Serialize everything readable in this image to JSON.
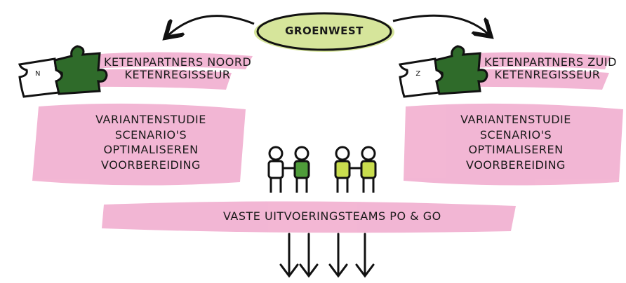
{
  "center": {
    "label": "GROENWEST"
  },
  "north": {
    "puzzle_letter": "N",
    "lines": [
      "KETENPARTNERS NOORD",
      "KETENREGISSEUR"
    ],
    "steps": [
      "VARIANTENSTUDIE",
      "SCENARIO'S",
      "OPTIMALISEREN",
      "VOORBEREIDING"
    ]
  },
  "south": {
    "puzzle_letter": "Z",
    "lines": [
      "KETENPARTNERS ZUID",
      "KETENREGISSEUR"
    ],
    "steps": [
      "VARIANTENSTUDIE",
      "SCENARIO'S",
      "OPTIMALISEREN",
      "VOORBEREIDING"
    ]
  },
  "teams": {
    "label": "VASTE UITVOERINGSTEAMS PO & GO"
  },
  "colors": {
    "pink": "#e97bb1",
    "green_dark": "#2f6b2a",
    "green_mid": "#4f9c3a",
    "green_light": "#c9dd4e",
    "lime_blob": "#cfe08a"
  }
}
